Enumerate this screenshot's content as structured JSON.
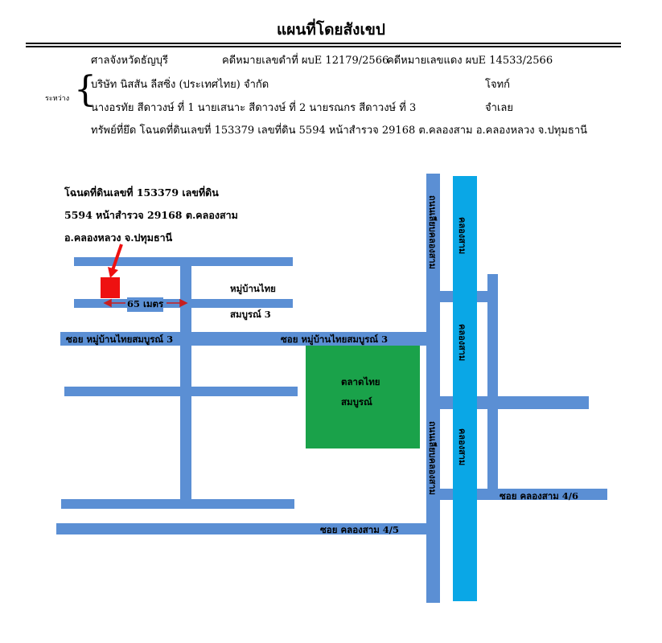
{
  "header": {
    "title": "แผนที่โดยสังเขป",
    "court": "ศาลจังหวัดธัญบุรี",
    "black_case": "คดีหมายเลขดำที่ ผบE 12179/2566",
    "red_case": "คดีหมายเลขแดง ผบE 14533/2566",
    "between_label": "ระหว่าง",
    "plaintiff": "บริษัท นิสสัน ลีสซิ่ง (ประเทศไทย) จำกัด",
    "plaintiff_role": "โจทก์",
    "defendants": "นางอรทัย สีดาวงษ์ ที่ 1 นายเสนาะ สีดาวงษ์ ที่ 2 นายรณกร สีดาวงษ์ ที่ 3",
    "defendant_role": "จำเลย",
    "property": "ทรัพย์ที่ยึด โฉนดที่ดินเลขที่ 153379 เลขที่ดิน 5594 หน้าสำรวจ 29168 ต.คลองสาม อ.คลองหลวง จ.ปทุมธานี"
  },
  "map": {
    "deed_line1": "โฉนดที่ดินเลขที่ 153379 เลขที่ดิน",
    "deed_line2": "5594 หน้าสำรวจ 29168 ต.คลองสาม",
    "deed_line3": "อ.คลองหลวง จ.ปทุมธานี",
    "distance": "65 เมตร",
    "village_line1": "หมู่บ้านไทย",
    "village_line2": "สมบูรณ์ 3",
    "soi_left": "ซอย หมู่บ้านไทยสมบูรณ์ 3",
    "soi_center": "ซอย หมู่บ้านไทยสมบูรณ์ 3",
    "market_line1": "ตลาดไทย",
    "market_line2": "สมบูรณ์",
    "soi_4_5": "ซอย คลองสาม 4/5",
    "soi_4_6": "ซอย คลองสาม 4/6",
    "road_top": "ถนนเลียบคลองสาม",
    "road_bottom": "ถนนเลียบคลองสาม",
    "canal_top": "คลองสาม",
    "canal_mid": "คลองสาม",
    "canal_bottom": "คลองสาม",
    "colors": {
      "road": "#5b8fd4",
      "canal": "#0aa7e6",
      "market": "#1aa24a",
      "plot": "#ee1111"
    }
  }
}
